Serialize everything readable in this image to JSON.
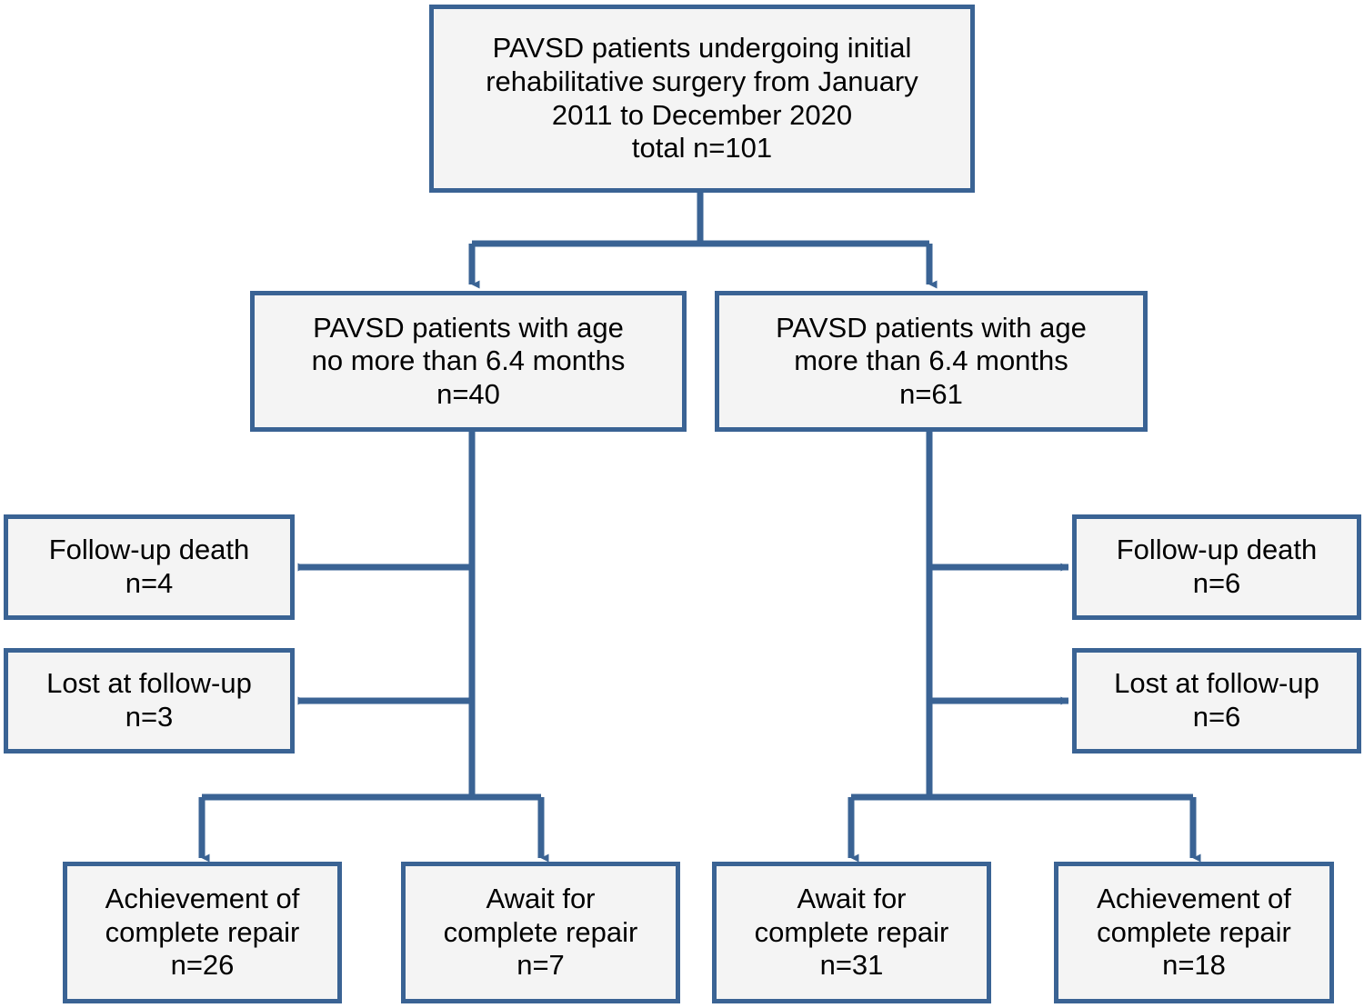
{
  "diagram": {
    "type": "flowchart",
    "title": "PAVSD patient cohort flow diagram",
    "style": {
      "box_border_color": "#3a6394",
      "box_fill_color": "#f4f4f4",
      "connector_color": "#3a6394",
      "text_color": "#000000",
      "background_color": "#ffffff"
    },
    "nodes": [
      {
        "id": "root",
        "text": "PAVSD patients undergoing initial\nrehabilitative surgery from January\n2011 to December 2020\ntotal n=101",
        "n": 101
      },
      {
        "id": "young",
        "text": "PAVSD patients with age\nno more than 6.4 months\nn=40",
        "n": 40
      },
      {
        "id": "old",
        "text": "PAVSD patients with age\nmore than 6.4 months\nn=61",
        "n": 61
      },
      {
        "id": "young-death",
        "text": "Follow-up death\nn=4",
        "n": 4
      },
      {
        "id": "young-lost",
        "text": "Lost at follow-up\nn=3",
        "n": 3
      },
      {
        "id": "old-death",
        "text": "Follow-up death\nn=6",
        "n": 6
      },
      {
        "id": "old-lost",
        "text": "Lost at follow-up\nn=6",
        "n": 6
      },
      {
        "id": "young-achieved",
        "text": "Achievement of\ncomplete repair\nn=26",
        "n": 26
      },
      {
        "id": "young-await",
        "text": "Await for\ncomplete repair\nn=7",
        "n": 7
      },
      {
        "id": "old-await",
        "text": "Await for\ncomplete repair\nn=31",
        "n": 31
      },
      {
        "id": "old-achieved",
        "text": "Achievement of\ncomplete repair\nn=18",
        "n": 18
      }
    ]
  }
}
